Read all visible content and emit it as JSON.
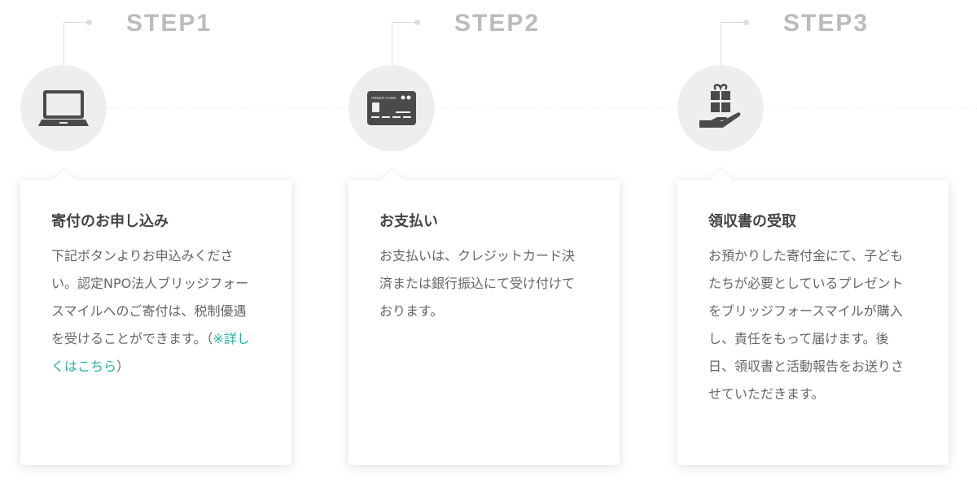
{
  "steps": [
    {
      "label": "STEP1",
      "icon": "laptop-icon",
      "title": "寄付のお申し込み",
      "body": "下記ボタンよりお申込みください。認定NPO法人ブリッジフォースマイルへのご寄付は、税制優遇を受けることができます。（",
      "link": "※詳しくはこちら",
      "body_after": "）"
    },
    {
      "label": "STEP2",
      "icon": "credit-card-icon",
      "card_text": "CREDIT CARD",
      "title": "お支払い",
      "body": "お支払いは、クレジットカード決済または銀行振込にて受け付けております。"
    },
    {
      "label": "STEP3",
      "icon": "gift-hand-icon",
      "title": "領収書の受取",
      "body": "お預かりした寄付金にて、子どもたちが必要としているプレゼントをブリッジフォースマイルが購入し、責任をもって届けます。後日、領収書と活動報告をお送りさせていただきます。"
    }
  ],
  "colors": {
    "accent": "#2ab0a6",
    "circle": "#eeeeee",
    "icon": "#4a4a4a",
    "step_label": "#bbbbbb"
  }
}
